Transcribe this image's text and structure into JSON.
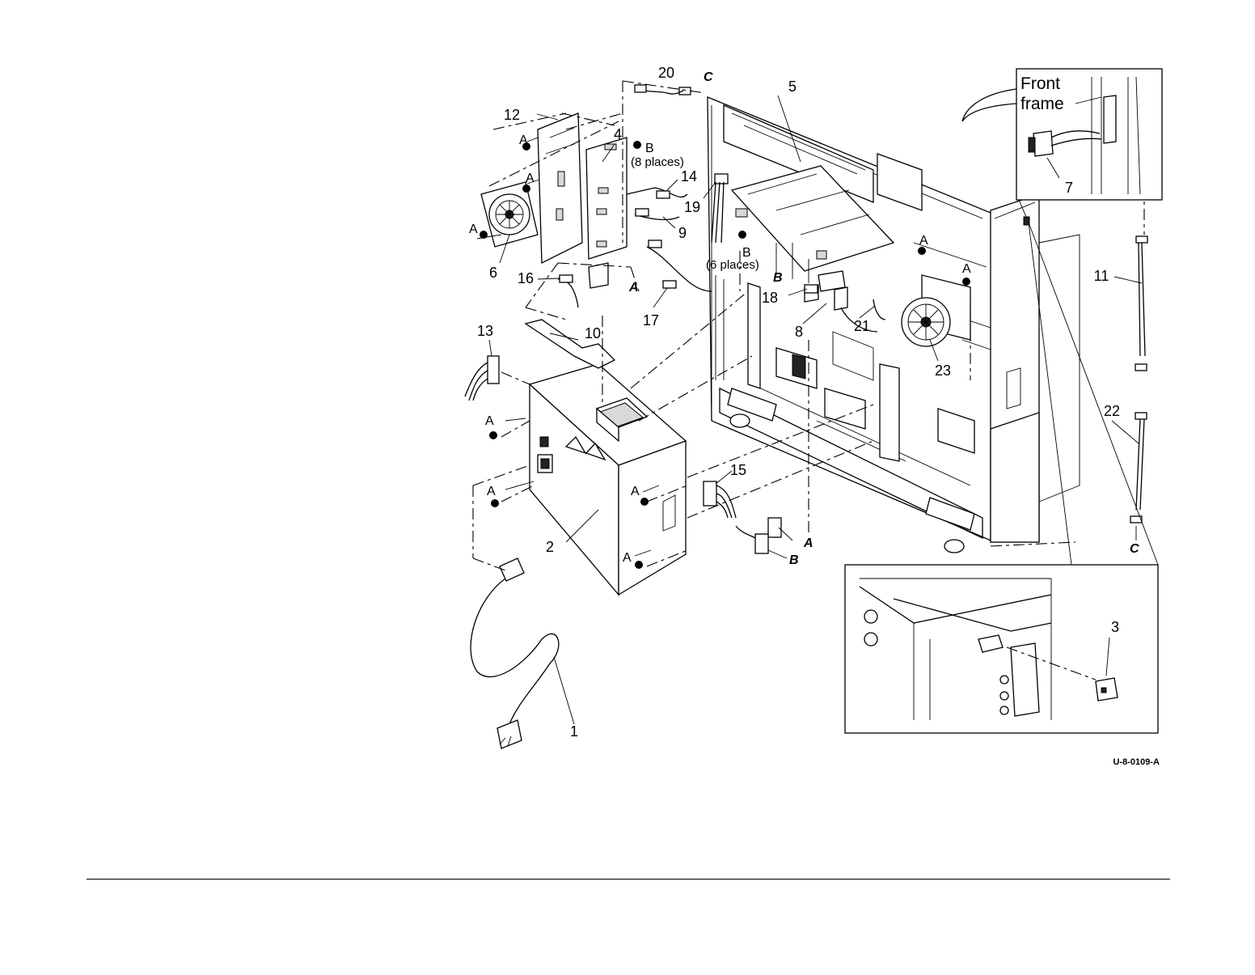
{
  "callouts": [
    "1",
    "2",
    "3",
    "4",
    "5",
    "6",
    "7",
    "8",
    "9",
    "10",
    "11",
    "12",
    "13",
    "14",
    "15",
    "16",
    "17",
    "18",
    "19",
    "20",
    "21",
    "22",
    "23"
  ],
  "reference_letters": {
    "a": "A",
    "b": "B",
    "c": "C"
  },
  "notes": {
    "b_eight": "(8 places)",
    "b_six": "(6 places)"
  },
  "inset": {
    "line1": "Front",
    "line2": "frame"
  },
  "drawing_id": "U-8-0109-A"
}
